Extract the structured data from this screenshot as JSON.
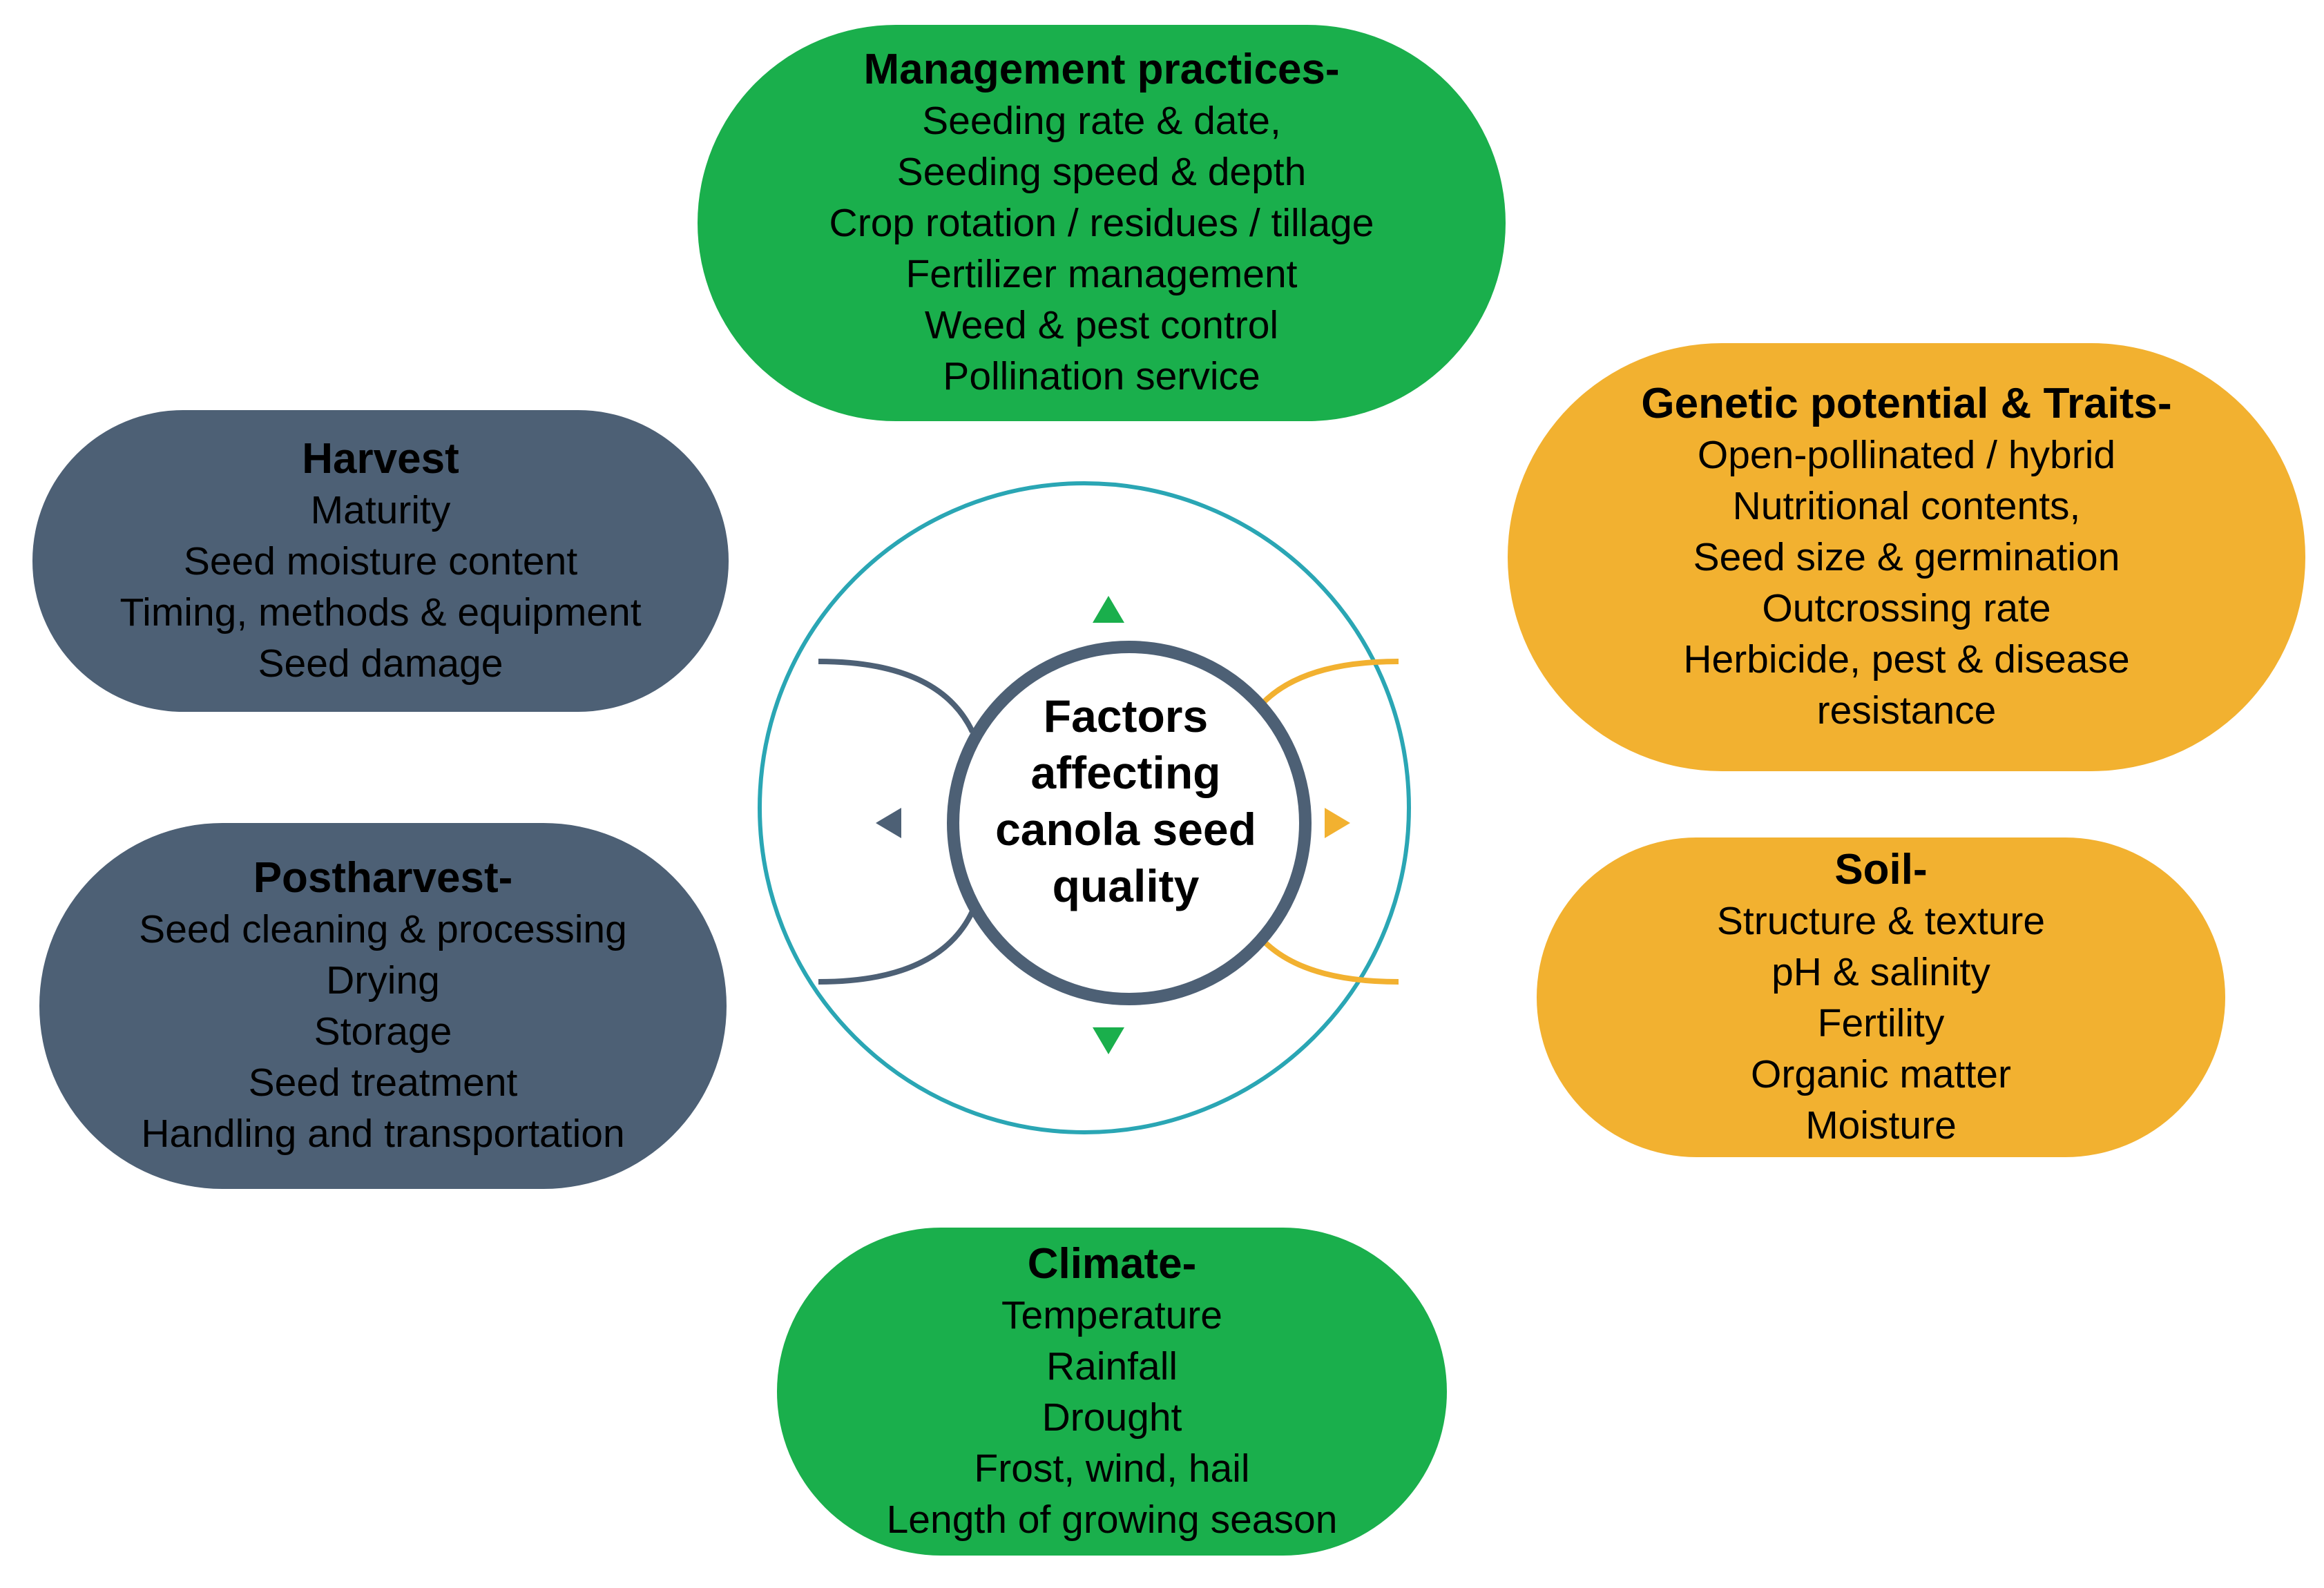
{
  "colors": {
    "green": "#1aaf4c",
    "orange": "#f2b130",
    "slate": "#4d6075",
    "ring": "#2aa6b4",
    "hub_border": "#4d6075"
  },
  "center": {
    "label": "Factors\naffecting\ncanola seed\nquality"
  },
  "factors": {
    "management": {
      "title": "Management practices-",
      "items": [
        "Seeding rate & date,",
        "Seeding speed & depth",
        "Crop rotation / residues / tillage",
        "Fertilizer management",
        "Weed & pest control",
        "Pollination service"
      ]
    },
    "genetic": {
      "title": "Genetic potential & Traits-",
      "items": [
        "Open-pollinated / hybrid",
        "Nutritional contents,",
        "Seed size & germination",
        "Outcrossing rate",
        "Herbicide, pest & disease",
        "resistance"
      ]
    },
    "soil": {
      "title": "Soil-",
      "items": [
        "Structure & texture",
        "pH & salinity",
        "Fertility",
        "Organic matter",
        "Moisture"
      ]
    },
    "climate": {
      "title": "Climate-",
      "items": [
        "Temperature",
        "Rainfall",
        "Drought",
        "Frost, wind, hail",
        "Length of growing season"
      ]
    },
    "harvest": {
      "title": "Harvest",
      "items": [
        "Maturity",
        "Seed moisture content",
        "Timing, methods & equipment",
        "Seed damage"
      ]
    },
    "postharvest": {
      "title": "Postharvest-",
      "items": [
        "Seed cleaning & processing",
        "Drying",
        "Storage",
        "Seed treatment",
        "Handling and transportation"
      ]
    }
  }
}
